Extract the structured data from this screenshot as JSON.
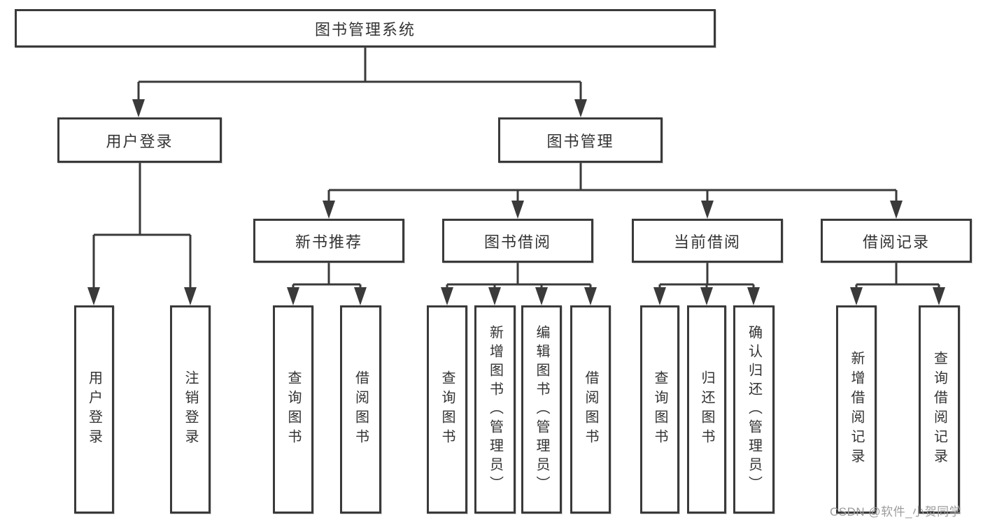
{
  "diagram_title": "图书管理系统",
  "tree": {
    "root": {
      "label": "图书管理系统",
      "children": [
        {
          "label": "用户登录",
          "children": [
            {
              "label": "用户登录"
            },
            {
              "label": "注销登录"
            }
          ]
        },
        {
          "label": "图书管理",
          "children": [
            {
              "label": "新书推荐",
              "children": [
                {
                  "label": "查询图书"
                },
                {
                  "label": "借阅图书"
                }
              ]
            },
            {
              "label": "图书借阅",
              "children": [
                {
                  "label": "查询图书"
                },
                {
                  "label": "新增图书（管理员）"
                },
                {
                  "label": "编辑图书（管理员）"
                },
                {
                  "label": "借阅图书"
                }
              ]
            },
            {
              "label": "当前借阅",
              "children": [
                {
                  "label": "查询图书"
                },
                {
                  "label": "归还图书"
                },
                {
                  "label": "确认归还（管理员）"
                }
              ]
            },
            {
              "label": "借阅记录",
              "children": [
                {
                  "label": "新增借阅记录"
                },
                {
                  "label": "查询借阅记录"
                }
              ]
            }
          ]
        }
      ]
    }
  },
  "watermark": {
    "text": "CSDN @软件_小贺同学"
  },
  "colors": {
    "line": "#3a3a3a",
    "text": "#333333",
    "box_background": "#ffffff",
    "watermark": "#9c9c9c",
    "page_background": "#ffffff"
  }
}
